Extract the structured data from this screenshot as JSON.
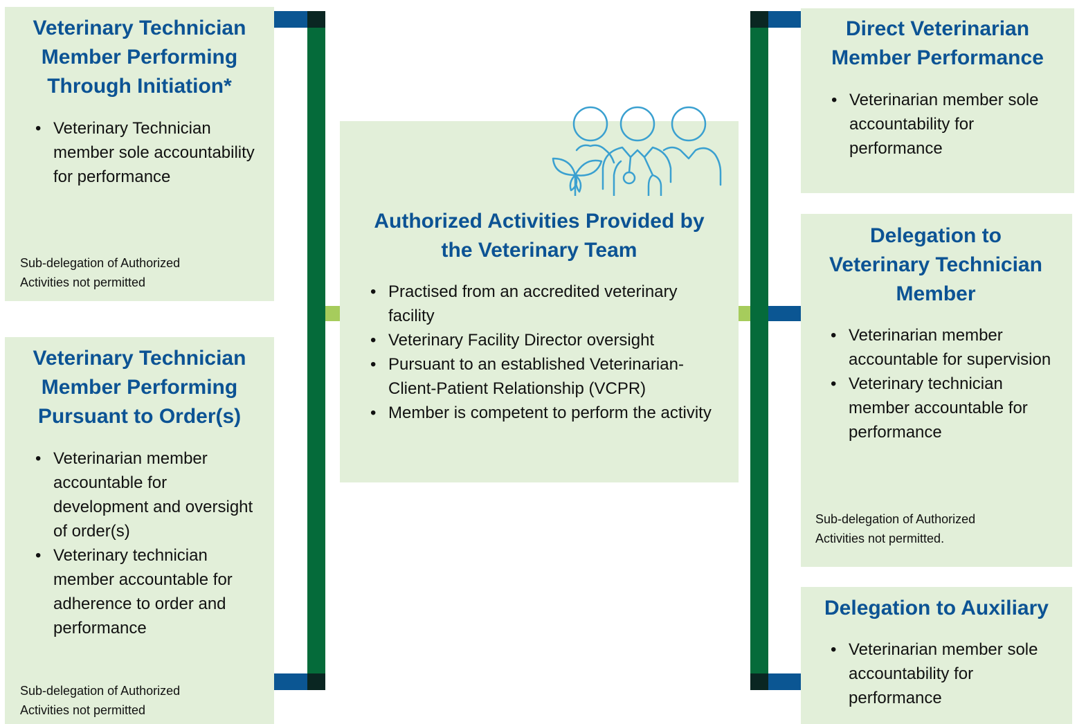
{
  "center": {
    "title": "Authorized Activities Provided by the Veterinary Team",
    "bullets": [
      "Practised from an accredited veterinary facility",
      "Veterinary Facility Director oversight",
      "Pursuant to an established Veterinarian-Client-Patient Relationship (VCPR)",
      "Member is competent to perform the activity"
    ],
    "icon": "veterinary-team-icon"
  },
  "left": [
    {
      "title": "Veterinary Technician Member Performing Through Initiation*",
      "bullets": [
        "Veterinary Technician member sole accountability for performance"
      ],
      "note": "Sub-delegation of Authorized Activities not permitted"
    },
    {
      "title": "Veterinary Technician Member Performing Pursuant to Order(s)",
      "bullets": [
        "Veterinarian member accountable for development and oversight of order(s)",
        "Veterinary technician member accountable for adherence to order and performance"
      ],
      "note": "Sub-delegation of Authorized Activities not permitted"
    }
  ],
  "right": [
    {
      "title": "Direct Veterinarian Member Performance",
      "bullets": [
        "Veterinarian member sole accountability for performance"
      ]
    },
    {
      "title": "Delegation to Veterinary Technician Member",
      "bullets": [
        "Veterinarian member accountable for supervision",
        "Veterinary technician member accountable for performance"
      ],
      "note": "Sub-delegation of Authorized Activities not permitted."
    },
    {
      "title": "Delegation to Auxiliary",
      "bullets": [
        "Veterinarian member sole accountability for performance"
      ]
    }
  ],
  "colors": {
    "box_fill": "#e2efd9",
    "title_blue": "#0c5394",
    "bracket_green": "#056b3a",
    "bracket_blue": "#0b5693",
    "bracket_dark": "#0a2622",
    "connector_lime": "#a6cc5c",
    "icon_stroke": "#3aa0d0"
  }
}
